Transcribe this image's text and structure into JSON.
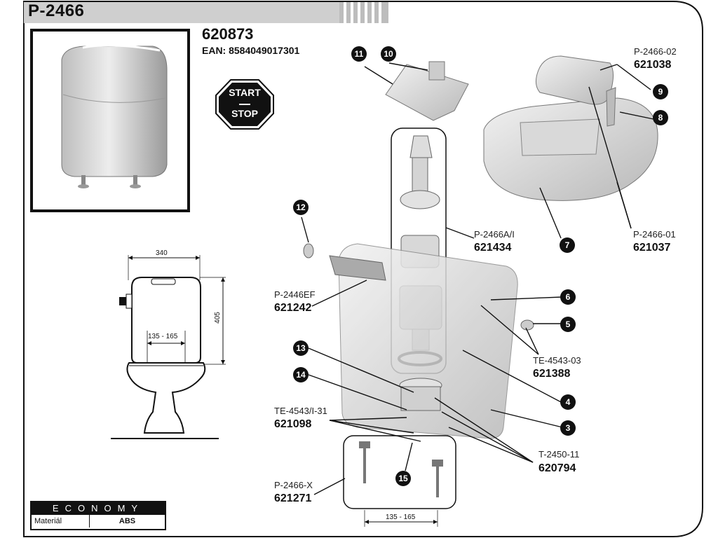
{
  "header": {
    "title": "P-2466"
  },
  "product": {
    "code": "620873",
    "ean": "EAN: 8584049017301"
  },
  "sign": {
    "line1": "START",
    "line2": "STOP"
  },
  "dims": {
    "width": "340",
    "height": "405",
    "range_top": "135 - 165",
    "range_bottom": "135 - 165"
  },
  "labels": {
    "p2466_02": {
      "name": "P-2466-02",
      "code": "621038"
    },
    "p2466_01": {
      "name": "P-2466-01",
      "code": "621037"
    },
    "p2466a": {
      "name": "P-2466A/I",
      "code": "621434"
    },
    "p2446ef": {
      "name": "P-2446EF",
      "code": "621242"
    },
    "te4543_03": {
      "name": "TE-4543-03",
      "code": "621388"
    },
    "te4543_i31": {
      "name": "TE-4543/I-31",
      "code": "621098"
    },
    "t2450": {
      "name": "T-2450-11",
      "code": "620794"
    },
    "p2466x": {
      "name": "P-2466-X",
      "code": "621271"
    }
  },
  "callouts": [
    "11",
    "10",
    "9",
    "8",
    "7",
    "12",
    "6",
    "5",
    "13",
    "14",
    "4",
    "3",
    "15"
  ],
  "economy": {
    "title": "ECONOMY",
    "material_label": "Materiál",
    "material_value": "ABS"
  }
}
